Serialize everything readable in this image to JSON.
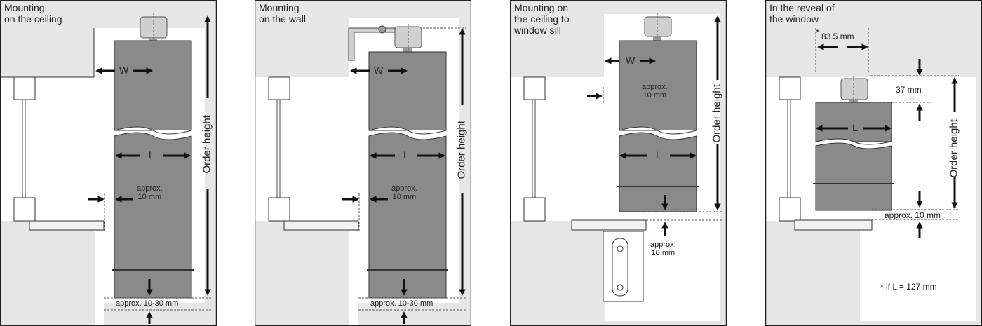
{
  "panels": [
    {
      "title": "Mounting\non the ceiling",
      "w_label": "W",
      "l_label": "L",
      "gap_label": "approx.\n10 mm",
      "bottom_label": "approx. 10-30 mm",
      "height_label": "Order height"
    },
    {
      "title": "Mounting\non the wall",
      "w_label": "W",
      "l_label": "L",
      "gap_label": "approx.\n10 mm",
      "bottom_label": "approx. 10-30 mm",
      "height_label": "Order height"
    },
    {
      "title": "Mounting on\nthe ceiling to\nwindow sill",
      "w_label": "W",
      "l_label": "L",
      "gap_label": "approx.\n10 mm",
      "bottom_label": "approx.\n10 mm",
      "height_label": "Order height"
    },
    {
      "title": "In the reveal of\nthe window",
      "depth_label": "83.5 mm",
      "top_gap_label": "37 mm",
      "l_label": "L",
      "bottom_label": "approx. 10 mm",
      "height_label": "Order height",
      "footnote": "* if L = 127 mm",
      "asterisk": "*"
    }
  ]
}
